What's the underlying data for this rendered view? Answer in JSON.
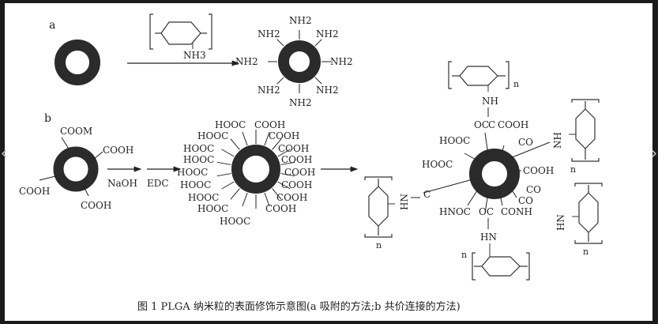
{
  "panel_labels": {
    "a": "a",
    "b": "b"
  },
  "groups": {
    "nh2": "NH2",
    "nh3": "NH3",
    "cooh": "COOH",
    "coom": "COOM",
    "hooc": "HOOC",
    "co": "CO",
    "conh": "CONH",
    "hnoc": "HNOC",
    "oc": "OC",
    "nh": "NH",
    "hn": "HN",
    "c": "C",
    "n_sub": "n"
  },
  "reagents": {
    "naoh": "NaOH",
    "edc": "EDC"
  },
  "caption": "图 1   PLGA 纳米粒的表面修饰示意图(a 吸附的方法;b 共价连接的方法)",
  "colors": {
    "ring": "#2b2b2b",
    "ink": "#222222",
    "frame": "#1b1b1b"
  },
  "icons": {
    "left_arrow": "‹",
    "right_arrow": "›"
  }
}
